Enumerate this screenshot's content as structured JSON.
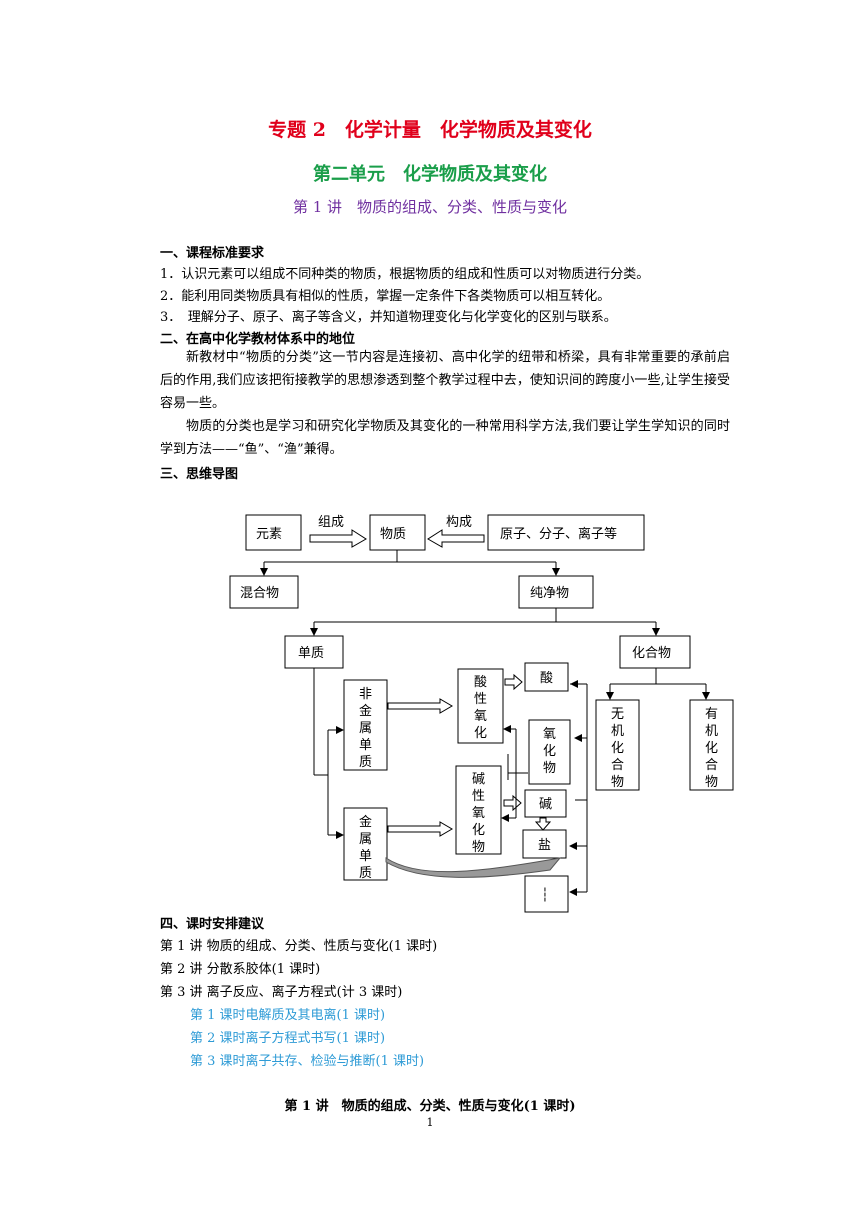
{
  "header": {
    "title": "专题 2　化学计量　化学物质及其变化",
    "unit": "第二单元　化学物质及其变化",
    "lesson": "第 1 讲　物质的组成、分类、性质与变化"
  },
  "sections": {
    "s1_title": "一、课程标准要求",
    "s1_items": [
      "1．认识元素可以组成不同种类的物质，根据物质的组成和性质可以对物质进行分类。",
      "2．能利用同类物质具有相似的性质，掌握一定条件下各类物质可以相互转化。",
      "3．　理解分子、原子、离子等含义，并知道物理变化与化学变化的区别与联系。"
    ],
    "s2_title": "二、在高中化学教材体系中的地位",
    "s2_para1": "新教材中“物质的分类”这一节内容是连接初、高中化学的纽带和桥梁，具有非常重要的承前启后的作用,我们应该把衔接教学的思想渗透到整个教学过程中去，使知识间的跨度小一些,让学生接受容易一些。",
    "s2_para2": "物质的分类也是学习和研究化学物质及其变化的一种常用科学方法,我们要让学生学知识的同时学到方法——“鱼”、“渔”兼得。",
    "s3_title": "三、思维导图",
    "s4_title": "四、课时安排建议",
    "s4_items": [
      "第 1 讲  物质的组成、分类、性质与变化(1 课时)",
      "第 2 讲  分散系胶体(1 课时)",
      "第 3 讲  离子反应、离子方程式(计 3 课时)"
    ],
    "s4_sub": [
      "第 1 课时电解质及其电离(1 课时)",
      "第 2 课时离子方程式书写(1 课时)",
      "第 3 课时离子共存、检验与推断(1 课时)"
    ]
  },
  "mindmap": {
    "yuansu": "元素",
    "zucheng": "组成",
    "wuzhi": "物质",
    "goucheng": "构成",
    "lizi": "原子、分子、离子等",
    "hunhewu": "混合物",
    "chunjingwu": "纯净物",
    "danzhi": "单质",
    "huahewu": "化合物",
    "feijinshu": [
      "非",
      "金",
      "属",
      "单",
      "质"
    ],
    "jinshu": [
      "金",
      "属",
      "单",
      "质"
    ],
    "suanxing": [
      "酸",
      "性",
      "氧",
      "化"
    ],
    "jianxing": [
      "碱",
      "性",
      "氧",
      "化",
      "物"
    ],
    "suan": "酸",
    "yanghuawu": [
      "氧",
      "化",
      "物"
    ],
    "jian": "碱",
    "yan": "盐",
    "dots": "┆",
    "wuji": [
      "无",
      "机",
      "化",
      "合",
      "物"
    ],
    "youji": [
      "有",
      "机",
      "化",
      "合",
      "物"
    ]
  },
  "footer": {
    "title": "第 1 讲　物质的组成、分类、性质与变化(1 课时)",
    "page": "1"
  }
}
